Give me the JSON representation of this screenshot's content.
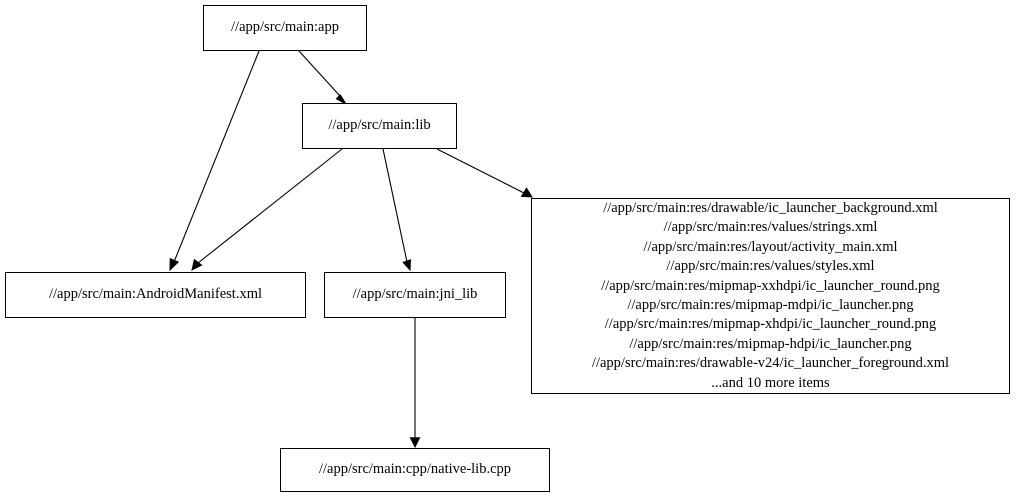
{
  "diagram": {
    "type": "directed-graph",
    "title": "",
    "nodes": [
      {
        "id": "app",
        "label": "//app/src/main:app"
      },
      {
        "id": "lib",
        "label": "//app/src/main:lib"
      },
      {
        "id": "manifest",
        "label": "//app/src/main:AndroidManifest.xml"
      },
      {
        "id": "jni_lib",
        "label": "//app/src/main:jni_lib"
      },
      {
        "id": "resources",
        "label": "//app/src/main:res/drawable/ic_launcher_background.xml\n//app/src/main:res/values/strings.xml\n//app/src/main:res/layout/activity_main.xml\n//app/src/main:res/values/styles.xml\n//app/src/main:res/mipmap-xxhdpi/ic_launcher_round.png\n//app/src/main:res/mipmap-mdpi/ic_launcher.png\n//app/src/main:res/mipmap-xhdpi/ic_launcher_round.png\n//app/src/main:res/mipmap-hdpi/ic_launcher.png\n//app/src/main:res/drawable-v24/ic_launcher_foreground.xml\n...and 10 more items",
        "lines": [
          "//app/src/main:res/drawable/ic_launcher_background.xml",
          "//app/src/main:res/values/strings.xml",
          "//app/src/main:res/layout/activity_main.xml",
          "//app/src/main:res/values/styles.xml",
          "//app/src/main:res/mipmap-xxhdpi/ic_launcher_round.png",
          "//app/src/main:res/mipmap-mdpi/ic_launcher.png",
          "//app/src/main:res/mipmap-xhdpi/ic_launcher_round.png",
          "//app/src/main:res/mipmap-hdpi/ic_launcher.png",
          "//app/src/main:res/drawable-v24/ic_launcher_foreground.xml",
          "...and 10 more items"
        ]
      },
      {
        "id": "native_lib",
        "label": "//app/src/main:cpp/native-lib.cpp"
      }
    ],
    "edges": [
      {
        "from": "app",
        "to": "lib"
      },
      {
        "from": "app",
        "to": "manifest"
      },
      {
        "from": "lib",
        "to": "manifest"
      },
      {
        "from": "lib",
        "to": "jni_lib"
      },
      {
        "from": "lib",
        "to": "resources"
      },
      {
        "from": "jni_lib",
        "to": "native_lib"
      }
    ],
    "colors": {
      "background": "#ffffff",
      "node_border": "#000000",
      "node_fill": "#ffffff",
      "edge": "#000000",
      "text": "#000000"
    }
  }
}
